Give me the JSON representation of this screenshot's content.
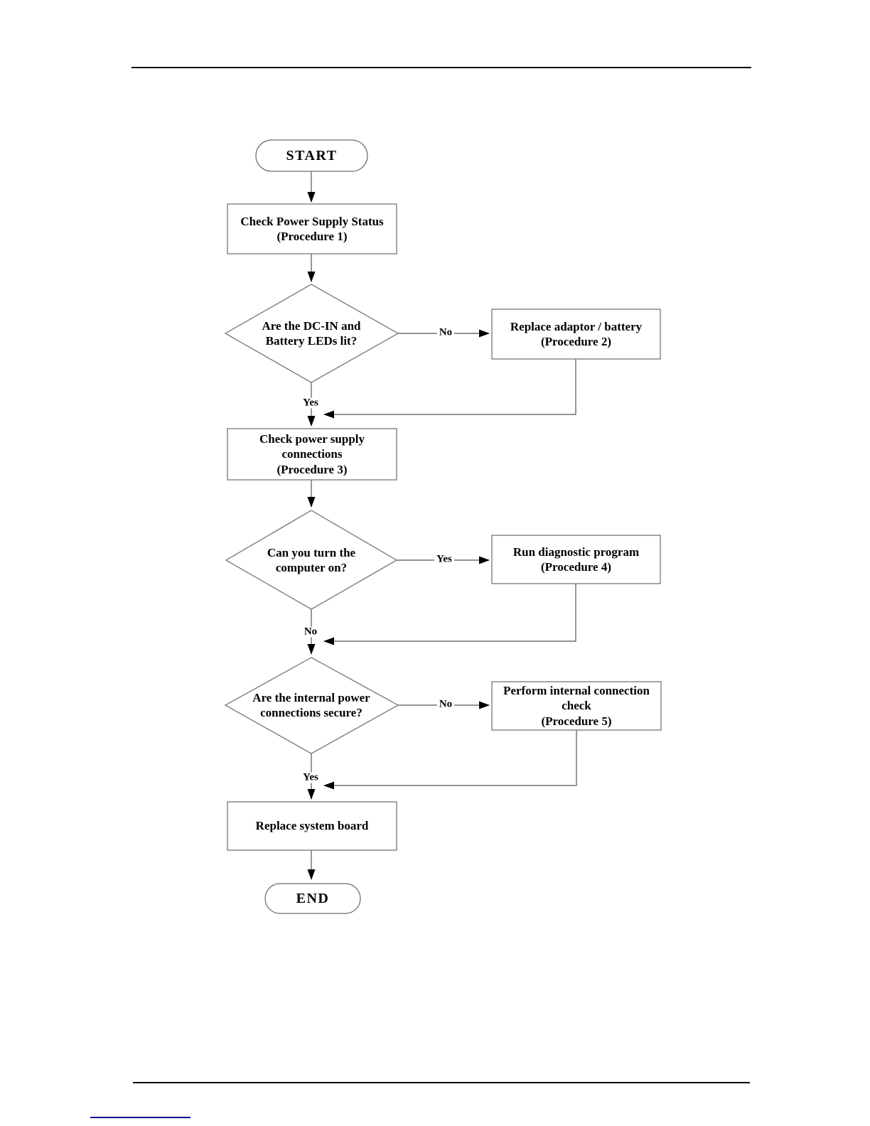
{
  "colors": {
    "shape_border": "#6b6b6b",
    "connector_line": "#555555",
    "arrowhead": "#000000",
    "text": "#000000",
    "page_rule": "#000000",
    "link_underline": "#00008b",
    "background": "#ffffff"
  },
  "flowchart": {
    "nodes": {
      "start": {
        "type": "terminator",
        "label": "START"
      },
      "check_power_supply_status": {
        "type": "process",
        "label": "Check Power Supply Status\n(Procedure 1)"
      },
      "dc_in_battery_leds_lit": {
        "type": "decision",
        "label": "Are the DC-IN and\nBattery LEDs lit?"
      },
      "replace_adaptor_battery": {
        "type": "process",
        "label": "Replace adaptor / battery\n(Procedure 2)"
      },
      "check_power_supply_connections": {
        "type": "process",
        "label": "Check power supply\nconnections\n(Procedure 3)"
      },
      "can_turn_computer_on": {
        "type": "decision",
        "label": "Can you turn the\ncomputer on?"
      },
      "run_diagnostic_program": {
        "type": "process",
        "label": "Run diagnostic program\n(Procedure 4)"
      },
      "internal_power_connections_secure": {
        "type": "decision",
        "label": "Are the internal power\nconnections secure?"
      },
      "perform_internal_connection_check": {
        "type": "process",
        "label": "Perform internal connection\ncheck\n(Procedure 5)"
      },
      "replace_system_board": {
        "type": "process",
        "label": "Replace system board"
      },
      "end": {
        "type": "terminator",
        "label": "END"
      }
    },
    "edge_labels": {
      "d1_no": "No",
      "d1_yes": "Yes",
      "d2_yes": "Yes",
      "d2_no": "No",
      "d3_no": "No",
      "d3_yes": "Yes"
    }
  }
}
